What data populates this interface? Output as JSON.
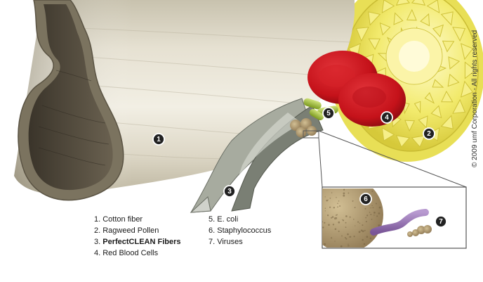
{
  "legend": {
    "items": [
      {
        "num": "1",
        "text": "1. Cotton fiber"
      },
      {
        "num": "2",
        "text": "2. Ragweed Pollen"
      },
      {
        "num": "3",
        "prefix": "3. ",
        "text": "PerfectCLEAN Fibers"
      },
      {
        "num": "4",
        "text": "4. Red Blood Cells"
      },
      {
        "num": "5",
        "text": "5. E. coli"
      },
      {
        "num": "6",
        "text": "6. Staphylococcus"
      },
      {
        "num": "7",
        "text": "7. Viruses"
      }
    ]
  },
  "markers": [
    "1",
    "2",
    "3",
    "4",
    "5",
    "6",
    "7"
  ],
  "copyright": "© 2009 umf Corporation - All rights reserved",
  "colors": {
    "blood_cell": "#c8141a",
    "pollen": "#f0e86a",
    "virus": "#9a72b8",
    "marker": "#222222"
  }
}
